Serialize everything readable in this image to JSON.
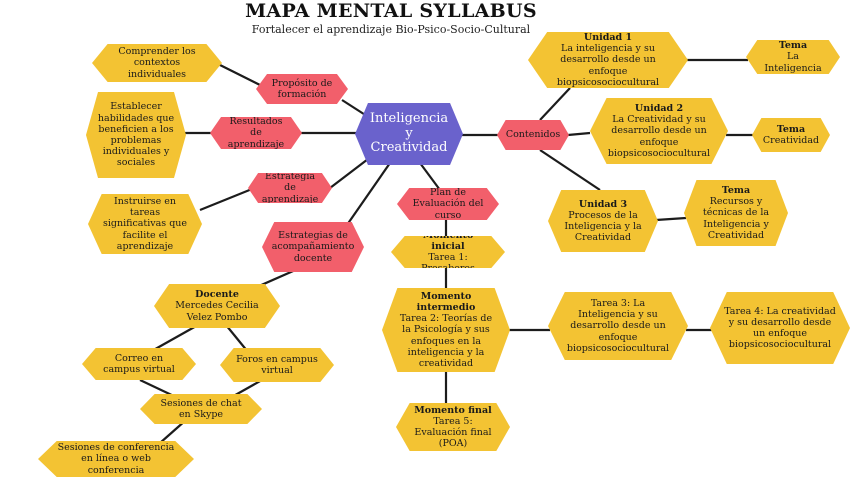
{
  "title": "MAPA MENTAL SYLLABUS",
  "subtitle": "Fortalecer el aprendizaje Bio-Psico-Socio-Cultural",
  "center": "Inteligencia y Creatividad",
  "proposito": {
    "label": "Propósito de formación",
    "detail": "Comprender los contextos individuales"
  },
  "resultados": {
    "label": "Resultados de aprendizaje",
    "detail": "Establecer habilidades que beneficien a los problemas individuales y sociales"
  },
  "estrategia_aprendizaje": {
    "label": "Estrategia de aprendizaje",
    "detail": "Instruirse en tareas significativas que facilite el aprendizaje"
  },
  "acompanamiento": {
    "label": "Estrategias de acompañamiento docente",
    "docente_title": "Docente",
    "docente_name": "Mercedes Cecilia Velez Pombo",
    "correo": "Correo en campus virtual",
    "foros": "Foros en campus virtual",
    "skype": "Sesiones de chat en Skype",
    "conferencia": "Sesiones de conferencia en línea o web conferencia"
  },
  "evaluacion": {
    "label": "Plan de Evaluación del curso",
    "inicial_title": "Momento inicial",
    "inicial_task": "Tarea 1: Presaberes",
    "intermedio_title": "Momento intermedio",
    "intermedio_task": "Tarea 2: Teorías de la Psicología y sus enfoques en la inteligencia y la creatividad",
    "tarea3": "Tarea 3: La Inteligencia y su desarrollo desde un enfoque biopsicosociocultural",
    "tarea4": "Tarea 4: La creatividad y su desarrollo desde un enfoque biopsicosociocultural",
    "final_title": "Momento final",
    "final_task": "Tarea 5: Evaluación final (POA)"
  },
  "contenidos": {
    "label": "Contenidos",
    "unidad1_title": "Unidad 1",
    "unidad1_text": "La inteligencia y su desarrollo desde un enfoque biopsicosociocultural",
    "tema1_title": "Tema",
    "tema1_text": "La Inteligencia",
    "unidad2_title": "Unidad 2",
    "unidad2_text": "La Creatividad y su desarrollo desde un enfoque biopsicosociocultural",
    "tema2_title": "Tema",
    "tema2_text": "Creatividad",
    "unidad3_title": "Unidad 3",
    "unidad3_text": "Procesos de la Inteligencia y la Creatividad",
    "tema3_title": "Tema",
    "tema3_text": "Recursos y técnicas de la Inteligencia y Creatividad"
  },
  "colors": {
    "node_yellow": "#f3c333",
    "node_red": "#f25f6b",
    "node_center": "#6a62cc",
    "line": "#1c1c1c"
  }
}
